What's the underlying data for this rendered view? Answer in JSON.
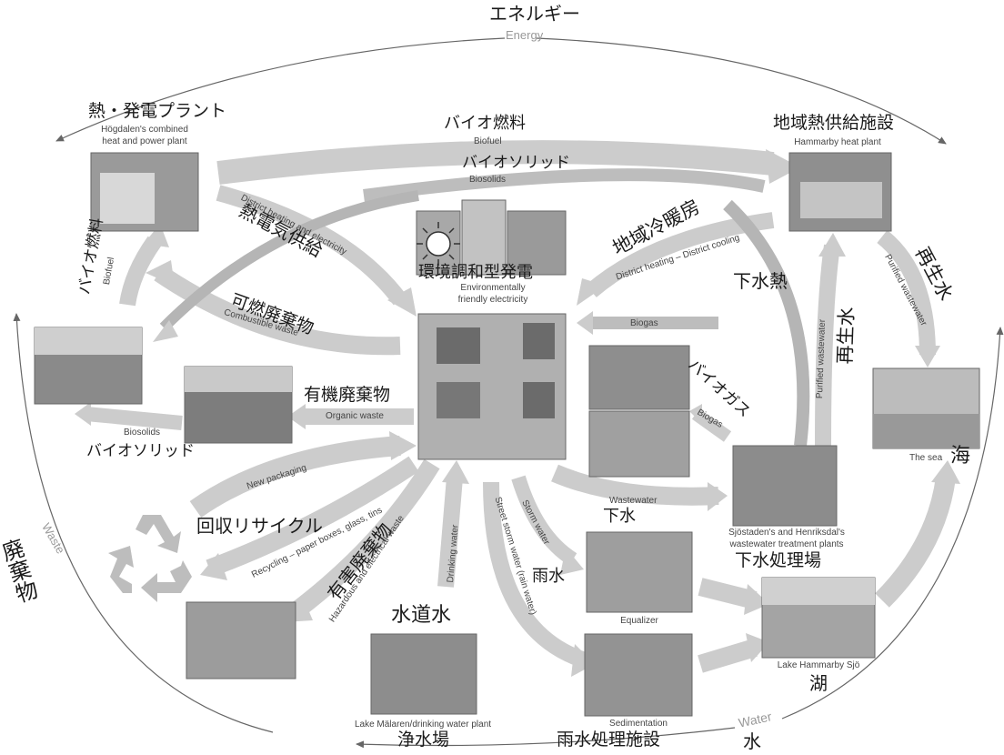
{
  "cycle": {
    "energy_jp": "エネルギー",
    "energy_en": "Energy",
    "waste_jp": "廃棄物",
    "waste_en": "Waste",
    "water_jp": "水",
    "water_en": "Water"
  },
  "nodes": {
    "chp": {
      "jp": "熱・発電プラント",
      "en1": "Högdalen's combined",
      "en2": "heat and power plant"
    },
    "heat": {
      "jp": "地域熱供給施設",
      "en": "Hammarby heat plant"
    },
    "center": {
      "jp": "環境調和型発電",
      "en1": "Environmentally",
      "en2": "friendly electricity"
    },
    "sea": {
      "jp": "海",
      "en": "The sea"
    },
    "wwtp": {
      "jp": "下水処理場",
      "en1": "Sjöstaden's and Henriksdal's",
      "en2": "wastewater treatment plants"
    },
    "lake": {
      "jp": "湖",
      "en": "Lake Hammarby Sjö"
    },
    "equalizer": {
      "en": "Equalizer"
    },
    "sedi": {
      "jp": "雨水処理施設",
      "en": "Sedimentation"
    },
    "drink": {
      "jp": "浄水場",
      "en": "Lake Mälaren/drinking water plant"
    },
    "recycle": {
      "jp": "回収リサイクル"
    }
  },
  "flows": {
    "biofuel_top": {
      "jp": "バイオ燃料",
      "en": "Biofuel"
    },
    "biosolids_top": {
      "jp": "バイオソリッド",
      "en": "Biosolids"
    },
    "district_heating": {
      "jp": "熱電気供給",
      "en": "District heating and electricity"
    },
    "district_cooling": {
      "jp": "地域冷暖房",
      "en": "District heating – District cooling"
    },
    "sewage_heat": {
      "jp": "下水熱"
    },
    "biofuel_left": {
      "jp": "バイオ燃料",
      "en": "Biofuel"
    },
    "combustible": {
      "jp": "可燃廃棄物",
      "en": "Combustible waste"
    },
    "organic": {
      "jp": "有機廃棄物",
      "en": "Organic waste"
    },
    "biosolids_left": {
      "jp": "バイオソリッド",
      "en": "Biosolids"
    },
    "biogas_top": {
      "en": "Biogas"
    },
    "biogas": {
      "jp": "バイオガス",
      "en": "Biogas"
    },
    "reclaimed": {
      "jp": "再生水",
      "en": "Purified wastewater"
    },
    "reclaimed2": {
      "jp": "再生水",
      "en": "Purified wastewater"
    },
    "new_packaging": {
      "en": "New packaging"
    },
    "recycling": {
      "en": "Recycling – paper boxes, glass, tins"
    },
    "hazardous": {
      "jp": "有害廃棄物",
      "en": "Hazardous and electrical waste"
    },
    "drinking": {
      "jp": "水道水",
      "en": "Drinking water"
    },
    "street_storm": {
      "en": "Street storm water (rain water)"
    },
    "storm": {
      "jp": "雨水",
      "en": "Storm water"
    },
    "wastewater": {
      "jp": "下水",
      "en": "Wastewater"
    }
  },
  "colors": {
    "arrow": "#c8c8c8",
    "arrow_dark": "#a9a9a9",
    "cycle": "#666666",
    "photo": "#8a8a8a"
  },
  "icons": {
    "recycle": "recycle-icon",
    "sun": "sun-icon"
  }
}
